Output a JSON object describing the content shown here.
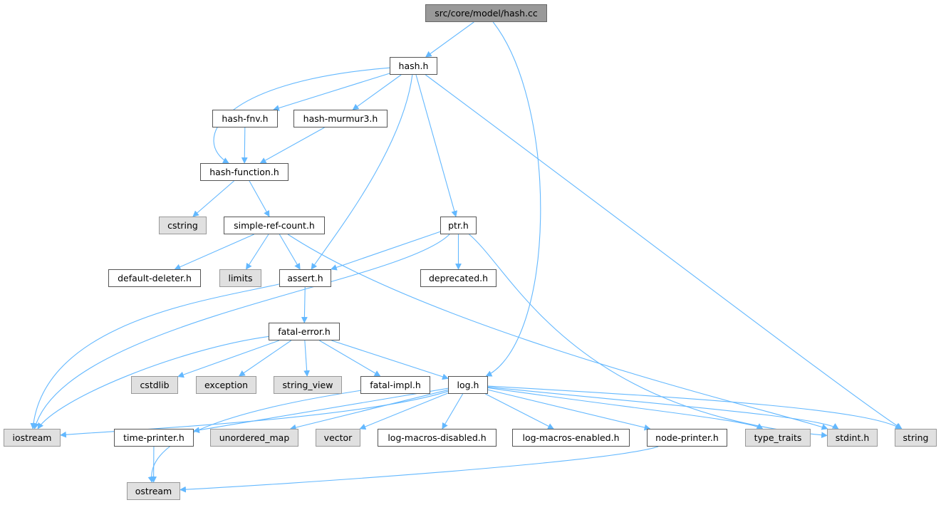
{
  "nodes": [
    {
      "id": "hash_cc",
      "label": "src/core/model/hash.cc",
      "kind": "root"
    },
    {
      "id": "hash_h",
      "label": "hash.h",
      "kind": "hdr"
    },
    {
      "id": "hash_fnv_h",
      "label": "hash-fnv.h",
      "kind": "hdr"
    },
    {
      "id": "hash_murmur3_h",
      "label": "hash-murmur3.h",
      "kind": "hdr"
    },
    {
      "id": "hash_function_h",
      "label": "hash-function.h",
      "kind": "hdr"
    },
    {
      "id": "cstring",
      "label": "cstring",
      "kind": "sys"
    },
    {
      "id": "simple_ref_count_h",
      "label": "simple-ref-count.h",
      "kind": "hdr"
    },
    {
      "id": "ptr_h",
      "label": "ptr.h",
      "kind": "hdr"
    },
    {
      "id": "default_deleter_h",
      "label": "default-deleter.h",
      "kind": "hdr"
    },
    {
      "id": "limits",
      "label": "limits",
      "kind": "sys"
    },
    {
      "id": "assert_h",
      "label": "assert.h",
      "kind": "hdr"
    },
    {
      "id": "deprecated_h",
      "label": "deprecated.h",
      "kind": "hdr"
    },
    {
      "id": "fatal_error_h",
      "label": "fatal-error.h",
      "kind": "hdr"
    },
    {
      "id": "cstdlib",
      "label": "cstdlib",
      "kind": "sys"
    },
    {
      "id": "exception",
      "label": "exception",
      "kind": "sys"
    },
    {
      "id": "string_view",
      "label": "string_view",
      "kind": "sys"
    },
    {
      "id": "fatal_impl_h",
      "label": "fatal-impl.h",
      "kind": "hdr"
    },
    {
      "id": "log_h",
      "label": "log.h",
      "kind": "hdr"
    },
    {
      "id": "iostream",
      "label": "iostream",
      "kind": "sys"
    },
    {
      "id": "time_printer_h",
      "label": "time-printer.h",
      "kind": "hdr"
    },
    {
      "id": "unordered_map",
      "label": "unordered_map",
      "kind": "sys"
    },
    {
      "id": "vector",
      "label": "vector",
      "kind": "sys"
    },
    {
      "id": "log_macros_disabled_h",
      "label": "log-macros-disabled.h",
      "kind": "hdr"
    },
    {
      "id": "log_macros_enabled_h",
      "label": "log-macros-enabled.h",
      "kind": "hdr"
    },
    {
      "id": "node_printer_h",
      "label": "node-printer.h",
      "kind": "hdr"
    },
    {
      "id": "type_traits",
      "label": "type_traits",
      "kind": "sys"
    },
    {
      "id": "stdint_h",
      "label": "stdint.h",
      "kind": "sys"
    },
    {
      "id": "string",
      "label": "string",
      "kind": "sys"
    },
    {
      "id": "ostream",
      "label": "ostream",
      "kind": "sys"
    }
  ],
  "edges": [
    [
      "hash_cc",
      "hash_h"
    ],
    [
      "hash_cc",
      "log_h"
    ],
    [
      "hash_h",
      "hash_fnv_h"
    ],
    [
      "hash_h",
      "hash_murmur3_h"
    ],
    [
      "hash_h",
      "hash_function_h"
    ],
    [
      "hash_h",
      "assert_h"
    ],
    [
      "hash_h",
      "ptr_h"
    ],
    [
      "hash_h",
      "string"
    ],
    [
      "hash_fnv_h",
      "hash_function_h"
    ],
    [
      "hash_murmur3_h",
      "hash_function_h"
    ],
    [
      "hash_function_h",
      "cstring"
    ],
    [
      "hash_function_h",
      "simple_ref_count_h"
    ],
    [
      "simple_ref_count_h",
      "default_deleter_h"
    ],
    [
      "simple_ref_count_h",
      "limits"
    ],
    [
      "simple_ref_count_h",
      "assert_h"
    ],
    [
      "simple_ref_count_h",
      "stdint_h"
    ],
    [
      "ptr_h",
      "assert_h"
    ],
    [
      "ptr_h",
      "deprecated_h"
    ],
    [
      "ptr_h",
      "iostream"
    ],
    [
      "ptr_h",
      "stdint_h"
    ],
    [
      "assert_h",
      "fatal_error_h"
    ],
    [
      "assert_h",
      "iostream"
    ],
    [
      "fatal_error_h",
      "cstdlib"
    ],
    [
      "fatal_error_h",
      "exception"
    ],
    [
      "fatal_error_h",
      "string_view"
    ],
    [
      "fatal_error_h",
      "fatal_impl_h"
    ],
    [
      "fatal_error_h",
      "log_h"
    ],
    [
      "fatal_error_h",
      "iostream"
    ],
    [
      "fatal_impl_h",
      "ostream"
    ],
    [
      "log_h",
      "iostream"
    ],
    [
      "log_h",
      "time_printer_h"
    ],
    [
      "log_h",
      "unordered_map"
    ],
    [
      "log_h",
      "vector"
    ],
    [
      "log_h",
      "log_macros_disabled_h"
    ],
    [
      "log_h",
      "log_macros_enabled_h"
    ],
    [
      "log_h",
      "node_printer_h"
    ],
    [
      "log_h",
      "type_traits"
    ],
    [
      "log_h",
      "stdint_h"
    ],
    [
      "log_h",
      "string"
    ],
    [
      "time_printer_h",
      "ostream"
    ],
    [
      "node_printer_h",
      "ostream"
    ]
  ],
  "colors": {
    "edge": "#63b8ff",
    "root_fill": "#999999",
    "system_fill": "#e0e0e0",
    "header_fill": "#ffffff"
  }
}
